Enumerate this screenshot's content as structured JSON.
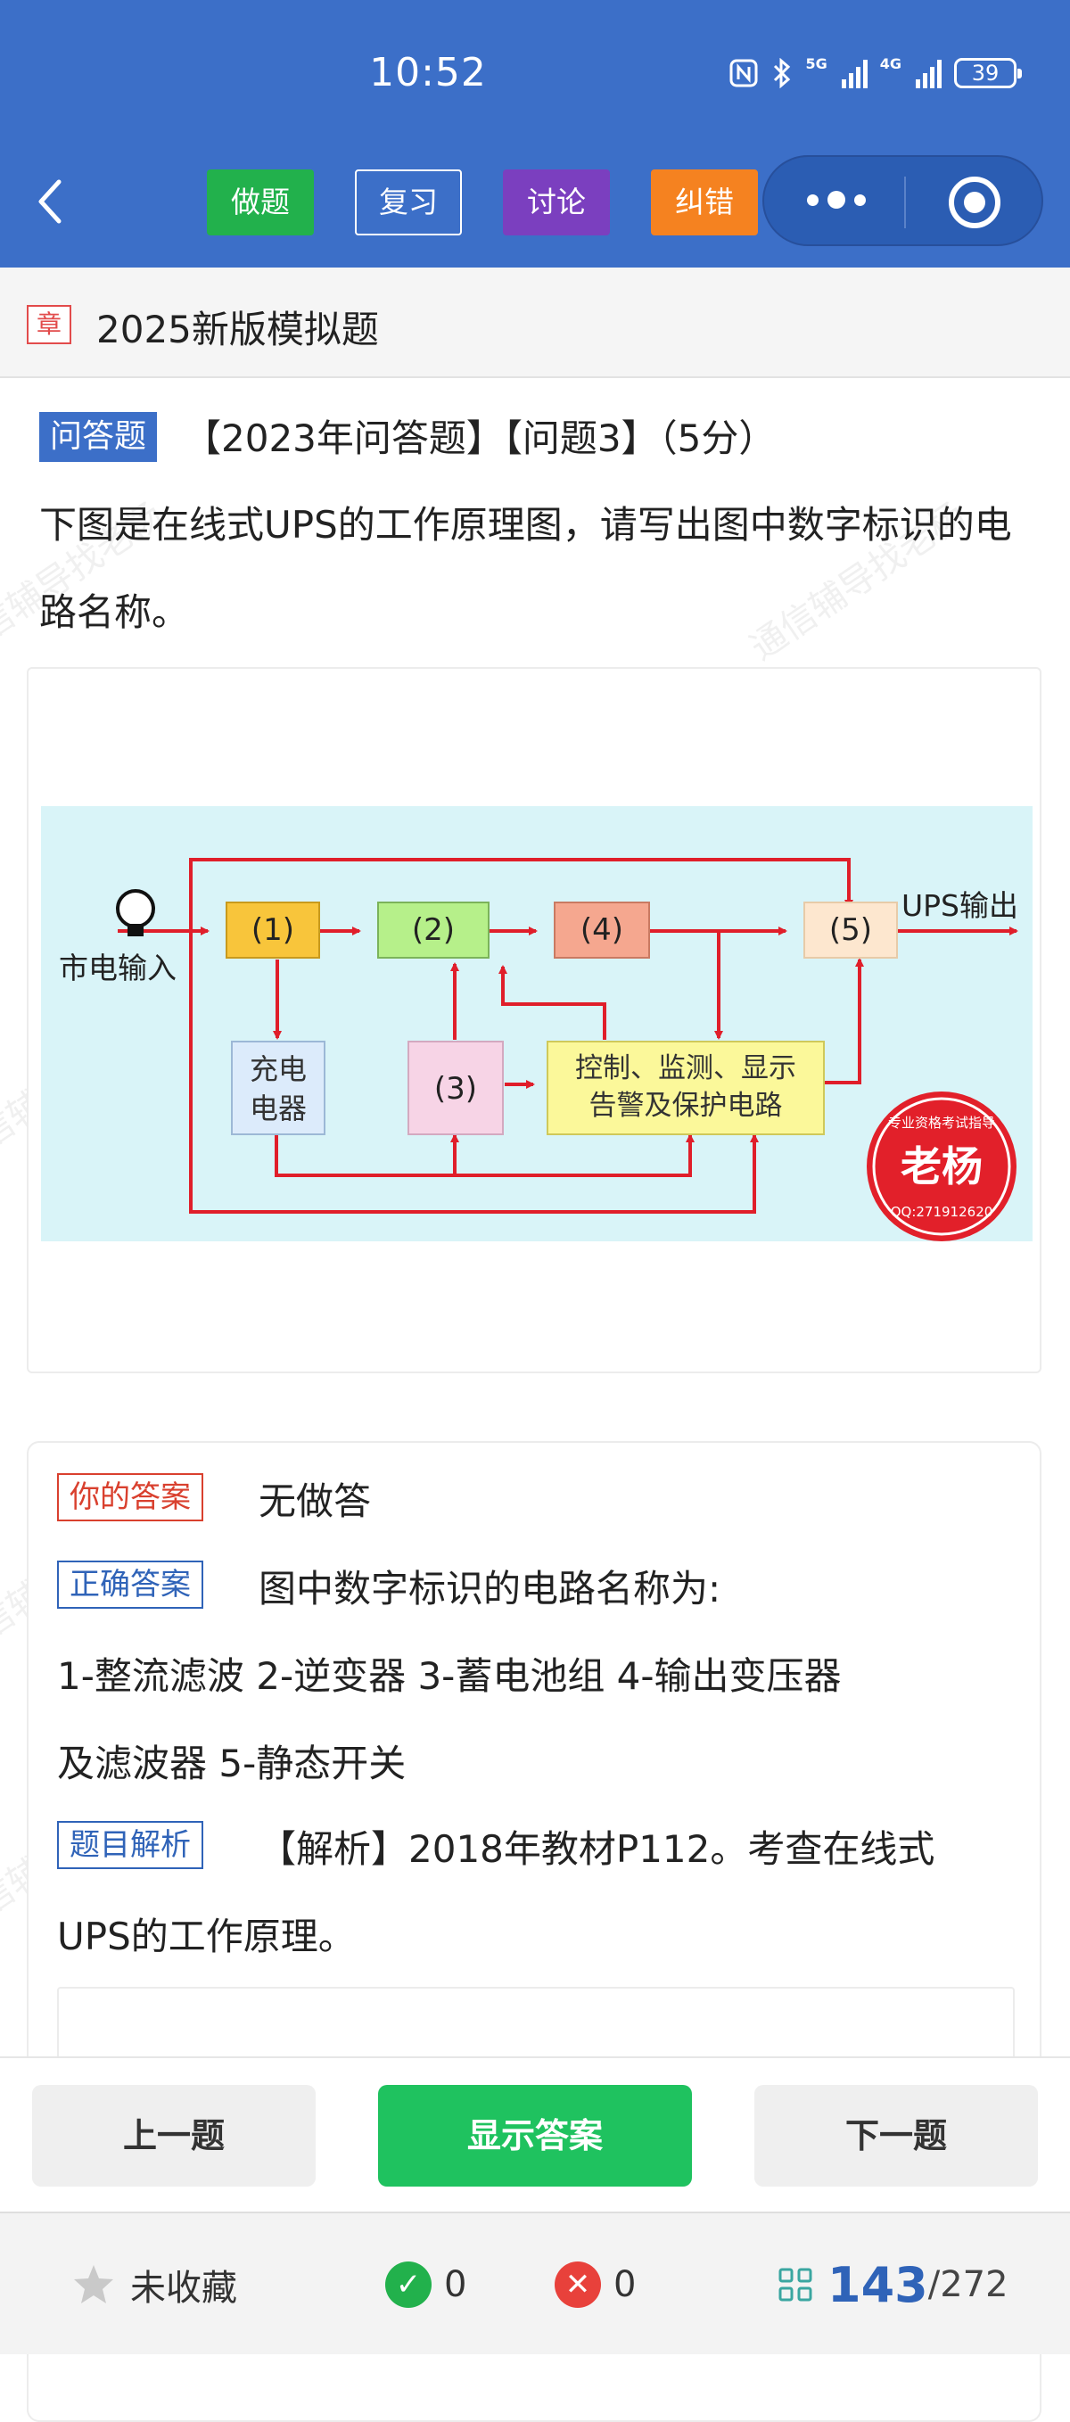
{
  "status_bar": {
    "time": "10:52",
    "network_5g": "5G",
    "network_4g": "4G",
    "battery": "39"
  },
  "toolbar": {
    "back_icon": "chevron-left-icon",
    "tabs": [
      {
        "label": "做题",
        "color": "#22b14c"
      },
      {
        "label": "复习",
        "color": "#3c6fc8"
      },
      {
        "label": "讨论",
        "color": "#7b3fbf"
      },
      {
        "label": "纠错",
        "color": "#f58220"
      }
    ],
    "more_icon": "more-dots-icon",
    "close_icon": "target-circle-icon"
  },
  "chapter": {
    "badge": "章",
    "title": "2025新版模拟题"
  },
  "question": {
    "type_label": "问答题",
    "meta": "【2023年问答题】【问题3】（5分）",
    "text": "下图是在线式UPS的工作原理图，请写出图中数字标识的电路名称。",
    "diagram": {
      "input_label": "市电输入",
      "output_label": "UPS输出",
      "box1": "(1)",
      "box2": "(2)",
      "box3": "(3)",
      "box4": "(4)",
      "box5": "(5)",
      "charger_line1": "充电",
      "charger_line2": "电器",
      "control_line1": "控制、监测、显示",
      "control_line2": "告警及保护电路",
      "stamp_text": "老杨",
      "stamp_ring": "专业资格考试指导",
      "stamp_qq": "QQ:271912620"
    }
  },
  "answer": {
    "your_label": "你的答案",
    "your_value": "无做答",
    "correct_label": "正确答案",
    "correct_line1": "图中数字标识的电路名称为:",
    "correct_line2": "1-整流滤波   2-逆变器   3-蓄电池组   4-输出变压器",
    "correct_line3": "及滤波器    5-静态开关",
    "analysis_label": "题目解析",
    "analysis_line1": "【解析】2018年教材P112。考查在线式",
    "analysis_line2": "UPS的工作原理。"
  },
  "actions": {
    "prev": "上一题",
    "show_answer": "显示答案",
    "next": "下一题"
  },
  "footer": {
    "favorite": "未收藏",
    "correct_count": "0",
    "wrong_count": "0",
    "progress_current": "143",
    "progress_total": "/272"
  },
  "watermark": "通信辅导找老杨"
}
